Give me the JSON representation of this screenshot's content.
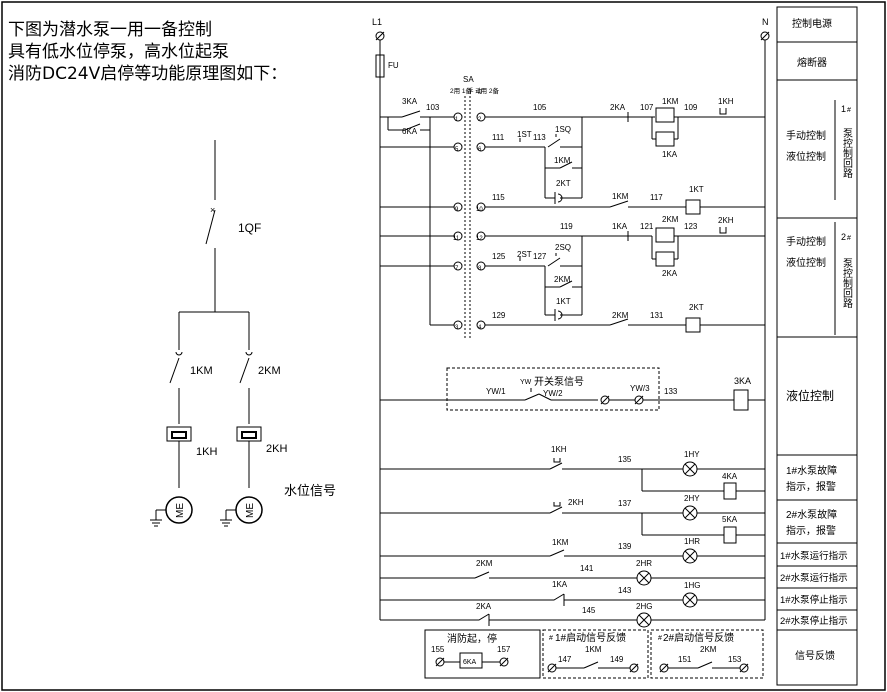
{
  "title_lines": [
    "下图为潜水泵一用一备控制",
    "具有低水位停泵，高水位起泵",
    "消防DC24V启停等功能原理图如下："
  ],
  "main_circuit": {
    "breaker": "1QF",
    "contactors": [
      "1KM",
      "2KM"
    ],
    "thermal_relays": [
      "1KH",
      "2KH"
    ],
    "motor_symbol": "ME",
    "water_level_label": "水位信号"
  },
  "control_circuit": {
    "phase": "L1",
    "neutral": "N",
    "fuse": "FU",
    "selector": "SA",
    "selector_cols": [
      "2用 1备",
      "手 动",
      "1用 2备"
    ],
    "selector_terminals": [
      "1",
      "2",
      "5",
      "6",
      "9",
      "10",
      "11",
      "12",
      "7",
      "8",
      "3",
      "4"
    ],
    "wire_numbers": [
      "103",
      "105",
      "107",
      "109",
      "111",
      "113",
      "115",
      "117",
      "119",
      "121",
      "123",
      "125",
      "127",
      "129",
      "131",
      "133",
      "135",
      "137",
      "139",
      "141",
      "143",
      "145",
      "147",
      "149",
      "151",
      "153",
      "155",
      "157"
    ],
    "device_labels": [
      "3KA",
      "6KA",
      "2KA",
      "1KM",
      "1KA",
      "1KH",
      "1ST",
      "1SQ",
      "2KT",
      "1KT",
      "2KM",
      "2KH",
      "2ST",
      "2SQ",
      "2KT",
      "YW/1",
      "YW/2",
      "YW/3",
      "4KA",
      "5KA",
      "1HY",
      "2HY",
      "1HR",
      "2HR",
      "1HG",
      "2HG"
    ],
    "signal_box_label": "开关泵信号",
    "yw_prefix": "YW",
    "fire_box_label": "消防起，停",
    "start_feedback_1": "1#启动信号反馈",
    "start_feedback_2": "2#启动信号反馈",
    "hash_mark": "#"
  },
  "legend": {
    "rows": [
      {
        "text": "控制电源"
      },
      {
        "text": "熔断器"
      },
      {
        "text": "手动控制"
      },
      {
        "text": "液位控制"
      },
      {
        "text": "1"
      },
      {
        "text": "泵控制回路"
      },
      {
        "text": "手动控制"
      },
      {
        "text": "液位控制"
      },
      {
        "text": "2"
      },
      {
        "text": "泵控制回路"
      },
      {
        "text": "液位控制"
      },
      {
        "text": "1#水泵故障"
      },
      {
        "text": "指示，报警"
      },
      {
        "text": "2#水泵故障"
      },
      {
        "text": "指示，报警"
      },
      {
        "text": "1#水泵运行指示"
      },
      {
        "text": "2#水泵运行指示"
      },
      {
        "text": "1#水泵停止指示"
      },
      {
        "text": "2#水泵停止指示"
      },
      {
        "text": "信号反馈"
      }
    ]
  }
}
